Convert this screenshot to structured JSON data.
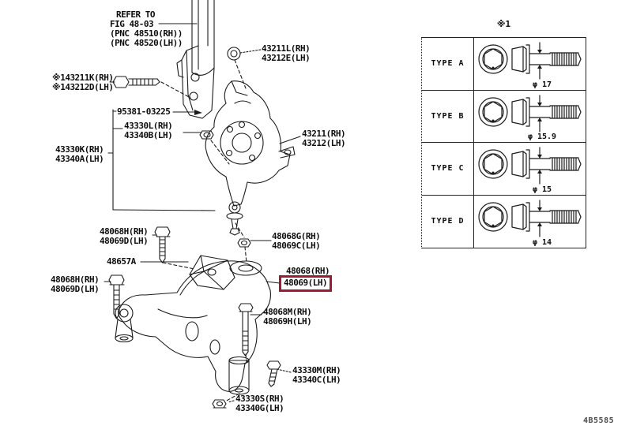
{
  "page": {
    "background": "#ffffff",
    "footer_code": "4B5585"
  },
  "diagram": {
    "highlight_color": "#9b1b33",
    "refer_note": {
      "lines": [
        "REFER TO",
        "FIG 48-03",
        "(PNC 48510(RH))",
        "(PNC 48520(LH))"
      ]
    },
    "labels": [
      {
        "id": "43211L",
        "lines": [
          "43211L(RH)",
          "43212E(LH)"
        ]
      },
      {
        "id": "43211K",
        "lines": [
          "※143211K(RH)",
          "※143212D(LH)"
        ]
      },
      {
        "id": "95381-03225",
        "lines": [
          "95381-03225"
        ]
      },
      {
        "id": "43330L",
        "lines": [
          "43330L(RH)",
          "43340B(LH)"
        ]
      },
      {
        "id": "43330K",
        "lines": [
          "43330K(RH)",
          "43340A(LH)"
        ]
      },
      {
        "id": "43211",
        "lines": [
          "43211(RH)",
          "43212(LH)"
        ]
      },
      {
        "id": "48068H-upper",
        "lines": [
          "48068H(RH)",
          "48069D(LH)"
        ]
      },
      {
        "id": "48068G",
        "lines": [
          "48068G(RH)",
          "48069C(LH)"
        ]
      },
      {
        "id": "48657A",
        "lines": [
          "48657A"
        ]
      },
      {
        "id": "48068-highlighted",
        "lines": [
          "48068(RH)",
          "48069(LH)"
        ],
        "highlighted_line": 1
      },
      {
        "id": "48068H-lower",
        "lines": [
          "48068H(RH)",
          "48069D(LH)"
        ]
      },
      {
        "id": "48068M",
        "lines": [
          "48068M(RH)",
          "48069H(LH)"
        ]
      },
      {
        "id": "43330M",
        "lines": [
          "43330M(RH)",
          "43340C(LH)"
        ]
      },
      {
        "id": "43330S",
        "lines": [
          "43330S(RH)",
          "43340G(LH)"
        ]
      }
    ]
  },
  "bolt_table": {
    "header": "※1",
    "rows": [
      {
        "type": "TYPE A",
        "diameter": "φ 17"
      },
      {
        "type": "TYPE B",
        "diameter": "φ 15.9"
      },
      {
        "type": "TYPE C",
        "diameter": "φ 15"
      },
      {
        "type": "TYPE D",
        "diameter": "φ 14"
      }
    ]
  }
}
